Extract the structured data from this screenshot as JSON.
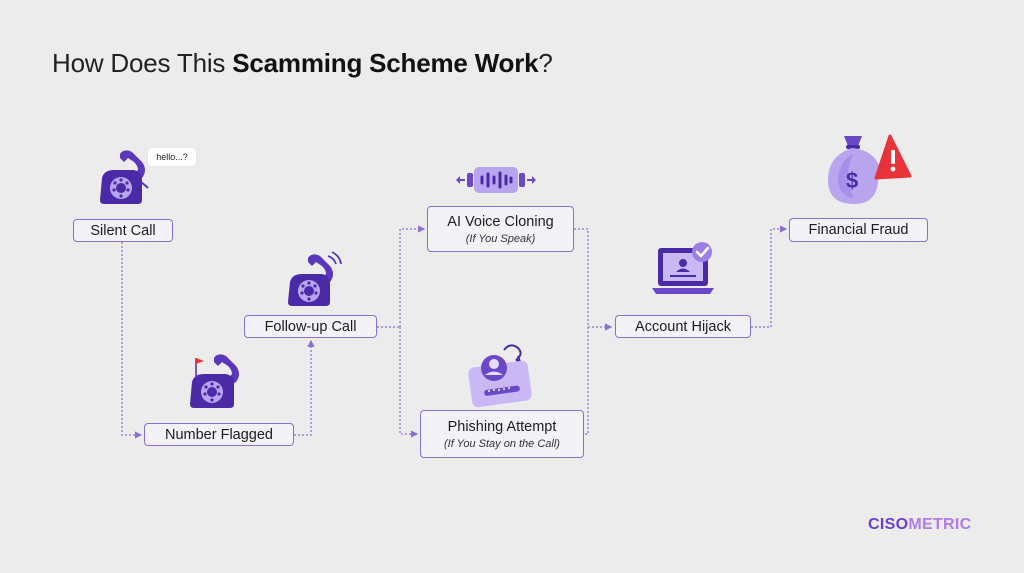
{
  "title": {
    "prefix": "How Does This ",
    "bold": "Scamming Scheme Work",
    "suffix": "?"
  },
  "nodes": {
    "silent_call": "Silent Call",
    "number_flagged": "Number Flagged",
    "follow_up_call": "Follow-up Call",
    "ai_voice_cloning": "AI Voice Cloning",
    "ai_voice_cloning_sub": "(If You Speak)",
    "phishing_attempt": "Phishing Attempt",
    "phishing_attempt_sub": "(If You Stay on the Call)",
    "account_hijack": "Account Hijack",
    "financial_fraud": "Financial Fraud"
  },
  "bubble_text": "hello...?",
  "brand": {
    "part1": "CISO",
    "part2": "METRIC"
  },
  "colors": {
    "accent": "#8b6fd6",
    "icon_dark": "#4b2aa8",
    "icon_mid": "#6a48c8",
    "icon_light": "#b9a5ee",
    "alert": "#e8333a",
    "background": "#ececec"
  }
}
